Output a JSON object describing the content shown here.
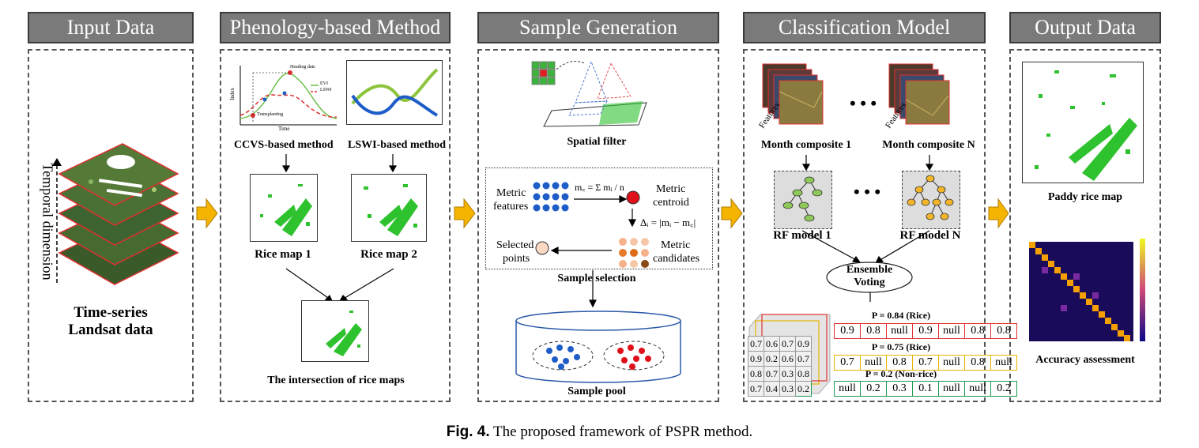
{
  "headers": {
    "input": "Input Data",
    "phenology": "Phenology-based Method",
    "sample": "Sample Generation",
    "classification": "Classification Model",
    "output": "Output Data"
  },
  "input": {
    "axis_label": "Temporal dimension",
    "caption_line1": "Time-series",
    "caption_line2": "Landsat data"
  },
  "phenology": {
    "chart_ylabel": "Index",
    "chart_xlabel": "Time",
    "heading_date": "Heading date",
    "transplanting": "Transplanting",
    "legend_evi": "EVI",
    "legend_lswi": "LSWI",
    "ccvs_label": "CCVS-based method",
    "lswi_label": "LSWI-based method",
    "rice_map_1": "Rice map 1",
    "rice_map_2": "Rice map 2",
    "intersection": "The intersection of rice maps"
  },
  "sample": {
    "spatial_filter": "Spatial filter",
    "metric_features_1": "Metric",
    "metric_features_2": "features",
    "formula_mean": "m꜀ = Σ mᵢ / n",
    "metric_centroid_1": "Metric",
    "metric_centroid_2": "centroid",
    "formula_delta": "Δᵢ = |mᵢ − m꜀|",
    "selected_points_1": "Selected",
    "selected_points_2": "points",
    "metric_candidates_1": "Metric",
    "metric_candidates_2": "candidates",
    "sample_selection": "Sample selection",
    "sample_pool": "Sample pool"
  },
  "classification": {
    "features": "Features",
    "composite_1": "Month composite 1",
    "composite_n": "Month composite N",
    "ellipsis": "• • •",
    "rf_model_1": "RF model 1",
    "rf_model_n": "RF model N",
    "ensemble_1": "Ensemble",
    "ensemble_2": "Voting",
    "p_rice_1": "P = 0.84   (Rice)",
    "p_rice_2": "P = 0.75 (Rice)",
    "p_nonrice": "P = 0.2 (Non-rice)",
    "row_rice_1": [
      "0.9",
      "0.8",
      "null",
      "0.9",
      "null",
      "0.8",
      "0.8"
    ],
    "row_rice_2": [
      "0.7",
      "null",
      "0.8",
      "0.7",
      "null",
      "0.8",
      "null"
    ],
    "row_nonrice": [
      "null",
      "0.2",
      "0.3",
      "0.1",
      "null",
      "null",
      "0.2"
    ],
    "cube_rows": [
      [
        "0.7",
        "0.6",
        "0.7",
        "0.9"
      ],
      [
        "0.9",
        "0.2",
        "0.6",
        "0.7"
      ],
      [
        "0.8",
        "0.7",
        "0.3",
        "0.8"
      ],
      [
        "0.7",
        "0.4",
        "0.3",
        "0.2"
      ]
    ]
  },
  "output": {
    "paddy_map": "Paddy rice map",
    "accuracy": "Accuracy assessment"
  },
  "figure_caption_bold": "Fig. 4.",
  "figure_caption_text": "The proposed framework of PSPR method.",
  "colors": {
    "header_bg": "#7a7a7a",
    "arrow": "#f5b400",
    "rice_green": "#2ec22e",
    "red_border": "#e03030",
    "yellow_border": "#e8b400",
    "green_border": "#1a9a50"
  }
}
